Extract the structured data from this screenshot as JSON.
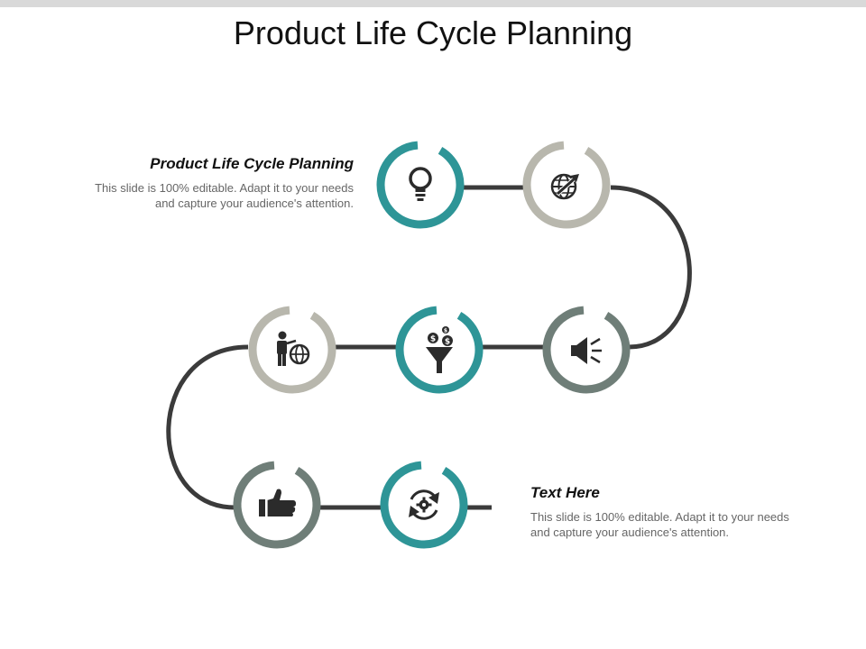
{
  "title": "Product Life Cycle Planning",
  "text_blocks": [
    {
      "heading": "Product Life Cycle Planning",
      "body": "This slide is 100% editable. Adapt it to your needs and capture your audience's attention."
    },
    {
      "heading": "Text Here",
      "body": "This slide is 100% editable. Adapt it to your needs and capture your audience's attention."
    }
  ],
  "colors": {
    "teal": "#2e9597",
    "light_gray": "#b8b7ad",
    "slate": "#6f7e78",
    "connector": "#3b3b3b",
    "icon": "#2b2b2b"
  },
  "nodes": [
    {
      "icon": "lightbulb-icon",
      "color": "teal"
    },
    {
      "icon": "globe-arrow-icon",
      "color": "light_gray"
    },
    {
      "icon": "megaphone-icon",
      "color": "slate"
    },
    {
      "icon": "funnel-dollar-icon",
      "color": "teal"
    },
    {
      "icon": "presenter-globe-icon",
      "color": "light_gray"
    },
    {
      "icon": "thumbs-up-icon",
      "color": "slate"
    },
    {
      "icon": "gear-refresh-icon",
      "color": "teal"
    }
  ]
}
